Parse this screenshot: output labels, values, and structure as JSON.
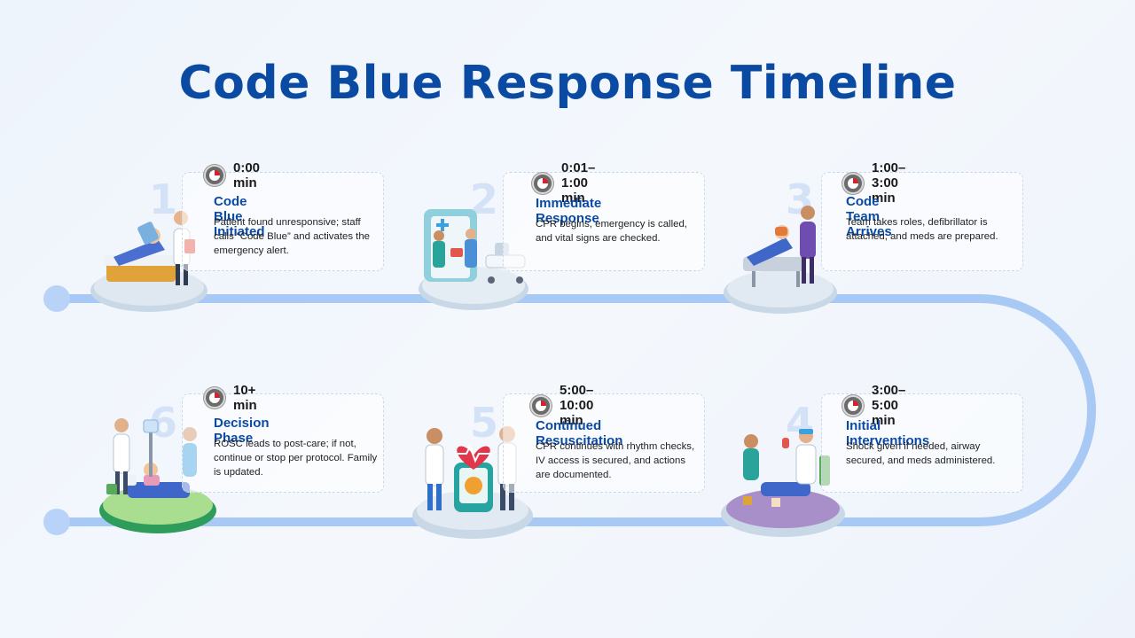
{
  "title": "Code Blue Response Timeline",
  "colors": {
    "title": "#0b4aa2",
    "track": "#a9c9f5",
    "node": "#b8d3f7",
    "card_border": "#c9d9ec",
    "step_number": "#d3e2f6",
    "clock_accent": "#d81f2b"
  },
  "steps": [
    {
      "number": "1",
      "time": "0:00 min",
      "title": "Code Blue Initiated",
      "description": "Patient found unresponsive; staff calls “Code Blue” and activates the emergency alert.",
      "icon": "clock-icon"
    },
    {
      "number": "2",
      "time": "0:01–1:00 min",
      "title": "Immediate Response",
      "description": "CPR begins, emergency is called, and vital signs are checked.",
      "icon": "clock-icon"
    },
    {
      "number": "3",
      "time": "1:00–3:00 min",
      "title": "Code Team Arrives",
      "description": "Team takes roles, defibrillator is attached, and meds are prepared.",
      "icon": "clock-icon"
    },
    {
      "number": "4",
      "time": "3:00–5:00 min",
      "title": "Initial Interventions",
      "description": "Shock given if needed, airway secured, and meds administered.",
      "icon": "clock-icon"
    },
    {
      "number": "5",
      "time": "5:00–10:00 min",
      "title": "Continued Resuscitation",
      "description": "CPR continues with rhythm checks, IV access is secured, and actions are documented.",
      "icon": "clock-icon"
    },
    {
      "number": "6",
      "time": "10+ min",
      "title": "Decision Phase",
      "description": "ROSC leads to post-care; if not, continue or stop per protocol. Family is updated.",
      "icon": "clock-icon"
    }
  ]
}
